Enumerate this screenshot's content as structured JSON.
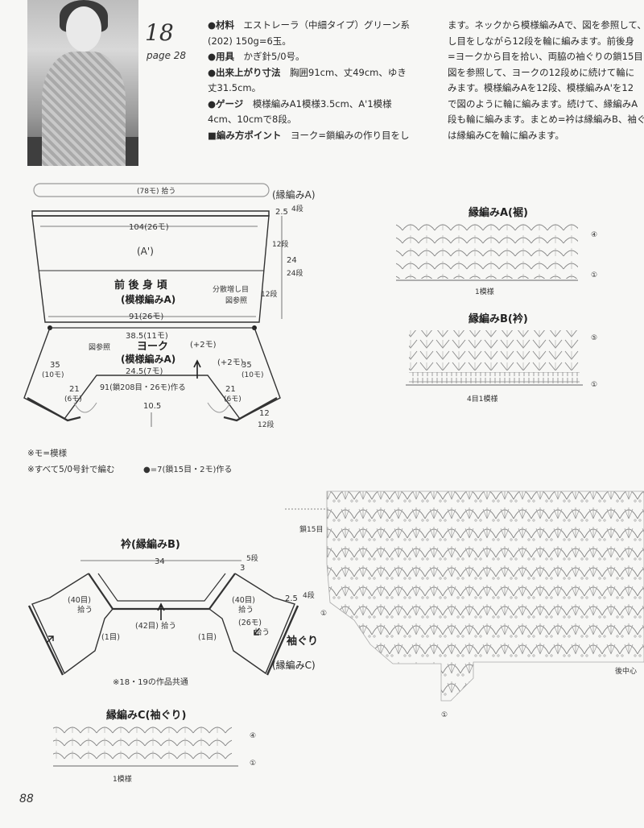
{
  "header": {
    "number": "18",
    "page_ref": "page 28",
    "materials_label": "●材料",
    "materials_text": "エストレーラ（中細タイプ）グリーン系",
    "materials_text2": "(202) 150g=6玉。",
    "tools_label": "●用具",
    "tools_text": "かぎ針5/0号。",
    "size_label": "●出来上がり寸法",
    "size_text": "胸囲91cm、丈49cm、ゆき",
    "size_text2": "丈31.5cm。",
    "gauge_label": "●ゲージ",
    "gauge_text": "模様編みA1模様3.5cm、A'1模様",
    "gauge_text2": "4cm、10cmで8段。",
    "points_label": "■編み方ポイント",
    "points_text": "ヨーク=鎖編みの作り目をし"
  },
  "instructions": [
    "ます。ネックから模様編みAで、図を参照して、",
    "し目をしながら12段を輪に編みます。前後身",
    "=ヨークから目を拾い、両脇の袖ぐりの鎖15目",
    "図を参照して、ヨークの12段めに続けて輪に",
    "みます。模様編みAを12段、模様編みA'を12",
    "で図のように輪に編みます。続けて、縁編みA",
    "段も輪に編みます。まとめ=衿は縁編みB、袖ぐ",
    "は縁編みCを輪に編みます。"
  ],
  "body_diagram": {
    "top_pick": "(78モ) 拾う",
    "edge_a": "(縁編みA)",
    "width_104": "104(26モ)",
    "dim_25": "2.5",
    "rows_4": "4段",
    "a_prime": "(A')",
    "rows_12a": "12段",
    "dim_24": "24",
    "rows_24": "24段",
    "body_title": "前 後 身 頃",
    "body_pattern": "(模様編みA)",
    "dec_note1": "分散増し目",
    "dec_note2": "図参照",
    "rows_12b": "12段",
    "width_91": "91(26モ)",
    "width_385": "38.5(11モ)",
    "see_fig": "図参照",
    "plus2a": "(+2モ)",
    "yoke_title": "ヨーク",
    "yoke_pattern": "(模様編みA)",
    "plus2b": "(+2モ)",
    "dim_35a": "35",
    "mo_10a": "(10モ)",
    "dim_35b": "35",
    "mo_10b": "(10モ)",
    "width_245": "24.5(7モ)",
    "dim_21a": "21",
    "mo_6a": "(6モ)",
    "dim_21b": "21",
    "mo_6b": "(6モ)",
    "cast_on": "91(鎖208目・26モ)作る",
    "dim_105": "10.5",
    "dim_12": "12",
    "rows_12c": "12段"
  },
  "notes": {
    "mo": "※モ=模様",
    "hook": "※すべて5/0号針で編む",
    "dot": "●=7(鎖15目・2モ)作る"
  },
  "edge_a_chart": {
    "title": "縁編みA(裾)",
    "row_top": "④",
    "row_bottom": "①",
    "repeat": "1模様"
  },
  "edge_b_chart": {
    "title": "縁編みB(衿)",
    "row_top": "⑤",
    "row_bottom": "①",
    "repeat": "4目1模様"
  },
  "collar_diagram": {
    "title": "衿(縁編みB)",
    "width_34": "34",
    "rows_5": "5段",
    "dim_3": "3",
    "pick_40a": "(40目)",
    "pick_label_a": "拾う",
    "pick_40b": "(40目)",
    "pick_label_b": "拾う",
    "dim_25": "2.5",
    "rows_4": "4段",
    "pick_42": "(42目) 拾う",
    "one_a": "(1目)",
    "one_b": "(1目)",
    "pick_26": "(26モ)",
    "pick_label_c": "拾う",
    "sleeve_title": "袖ぐり",
    "sleeve_pattern": "(縁編みC)",
    "common_note": "※18・19の作品共通"
  },
  "edge_c_chart": {
    "title": "縁編みC(袖ぐり)",
    "row_top": "④",
    "row_bottom": "①",
    "repeat": "1模様"
  },
  "big_chart": {
    "chain_label": "鎖15目",
    "center_label": "後中心",
    "row_one_a": "①",
    "row_one_b": "①"
  },
  "page_number": "88"
}
